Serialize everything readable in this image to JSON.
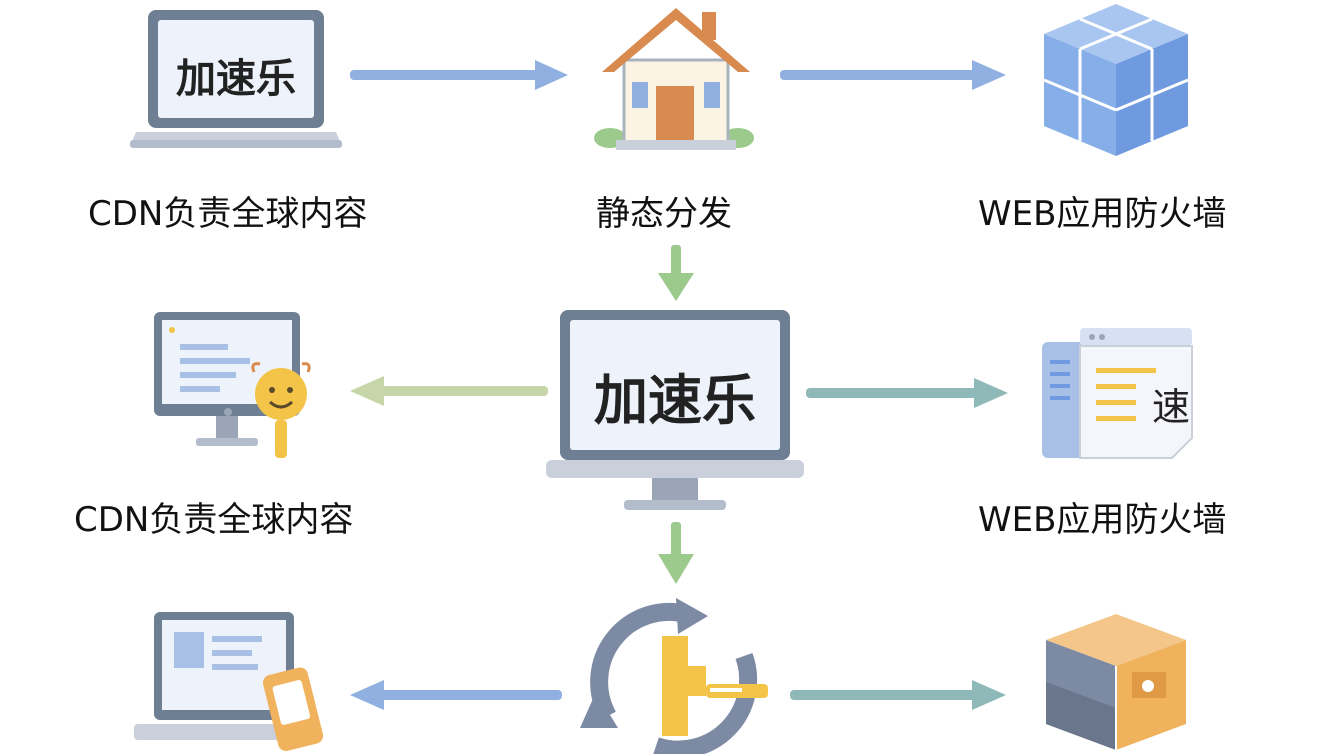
{
  "diagram": {
    "top_left": {
      "screen_text": "加速乐",
      "label": "CDN负责全球内容"
    },
    "top_center": {
      "label": "静态分发"
    },
    "top_right": {
      "label": "WEB应用防火墙"
    },
    "middle_left": {
      "label": "CDN负责全球内容"
    },
    "center": {
      "screen_text": "加速乐"
    },
    "middle_right": {
      "doc_text": "速",
      "label": "WEB应用防火墙"
    }
  },
  "colors": {
    "arrow_blue": "#8fb0e0",
    "arrow_green": "#9cc98c",
    "arrow_olive": "#c7d6a8",
    "arrow_teal": "#8fb8b8",
    "laptop_frame": "#6f7f93",
    "screen_fill": "#eef2fa",
    "cube_blue": "#86aee8",
    "house_roof": "#d98a4e",
    "door": "#d98a4e",
    "smiley_yellow": "#f4c449",
    "box_orange": "#f0b25c",
    "box_gray": "#7d8aa3"
  }
}
